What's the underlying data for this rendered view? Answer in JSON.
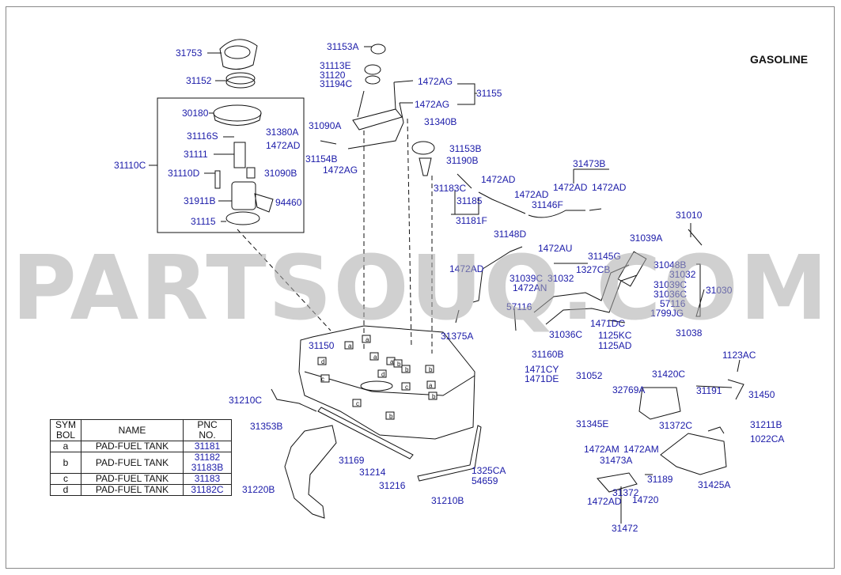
{
  "diagram": {
    "title": "GASOLINE",
    "watermark": "PARTSOUQ.COM",
    "labels": [
      "31753",
      "31152",
      "30180",
      "31116S",
      "31380A",
      "1472AD",
      "31111",
      "31110D",
      "31090B",
      "31110C",
      "31911B",
      "94460",
      "31115",
      "31153A",
      "31113E",
      "31120",
      "31194C",
      "1472AG",
      "31155",
      "1472AG",
      "31090A",
      "31340B",
      "31154B",
      "1472AG",
      "31153B",
      "31190B",
      "1472AD",
      "31183C",
      "31185",
      "31181F",
      "1472AD",
      "31146F",
      "31148D",
      "31473B",
      "1472AD",
      "1472AD",
      "31010",
      "31039A",
      "1472AU",
      "31145G",
      "1472AD",
      "31048B",
      "31032",
      "31039C",
      "31030",
      "31036C",
      "57116",
      "1799JG",
      "1471DC",
      "31039C",
      "31032",
      "1472AN",
      "1327CB",
      "57116",
      "31036C",
      "1125KC",
      "1125AD",
      "31375A",
      "31150",
      "31160B",
      "31038",
      "1471CY",
      "1471DE",
      "31052",
      "1123AC",
      "31420C",
      "32769A",
      "31191",
      "31450",
      "31210C",
      "31345E",
      "31372C",
      "31211B",
      "1022CA",
      "31353B",
      "31169",
      "31214",
      "1325CA",
      "54659",
      "31216",
      "31210B",
      "31220B",
      "1472AM",
      "1472AM",
      "31473A",
      "31189",
      "31425A",
      "31372",
      "14720",
      "1472AD",
      "31472"
    ],
    "table": {
      "headers": [
        "SYM\nBOL",
        "NAME",
        "PNC\nNO."
      ],
      "rows": [
        {
          "sym": "a",
          "name": "PAD-FUEL TANK",
          "pnc": "31181"
        },
        {
          "sym": "b",
          "name": "PAD-FUEL TANK",
          "pnc": "31182\n31183B"
        },
        {
          "sym": "c",
          "name": "PAD-FUEL TANK",
          "pnc": "31183"
        },
        {
          "sym": "d",
          "name": "PAD-FUEL TANK",
          "pnc": "31182C"
        }
      ]
    },
    "tank_markers": [
      "a",
      "a",
      "a",
      "a",
      "a",
      "b",
      "b",
      "b",
      "b",
      "b",
      "c",
      "c",
      "c",
      "d",
      "d"
    ]
  }
}
